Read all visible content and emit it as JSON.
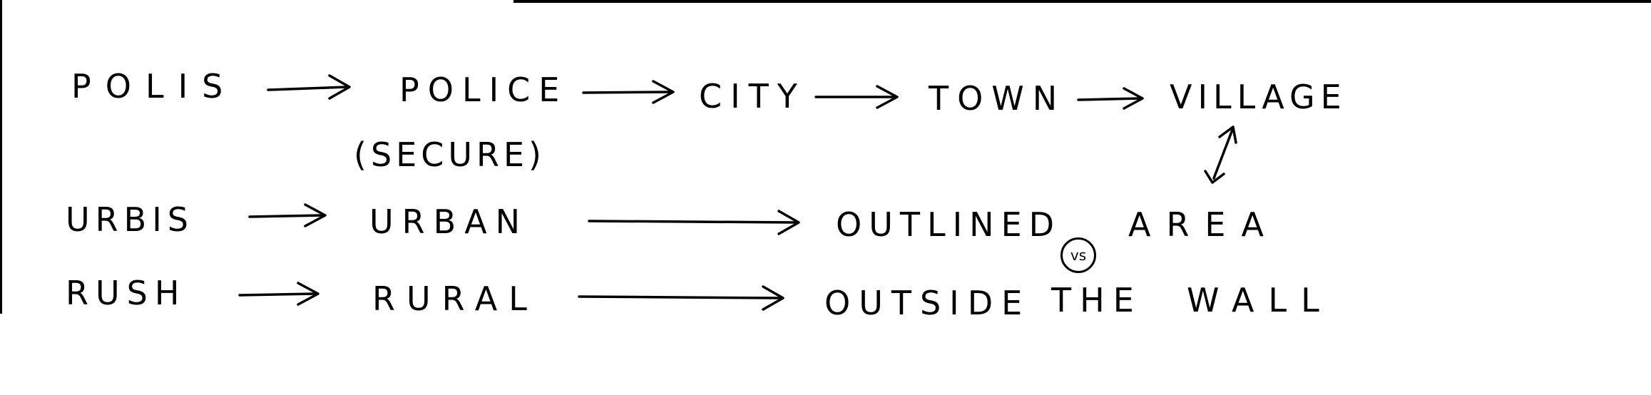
{
  "rows": [
    {
      "words": [
        "POLIS",
        "POLICE",
        "CITY",
        "TOWN",
        "VILLAGE"
      ]
    },
    {
      "annotation": "(SECURE)"
    },
    {
      "words": [
        "URBIS",
        "URBAN",
        "OUTLINED",
        "AREA"
      ],
      "connector": "vs"
    },
    {
      "words": [
        "RUSH",
        "RURAL",
        "OUTSIDE",
        "THE",
        "WALL"
      ]
    }
  ]
}
